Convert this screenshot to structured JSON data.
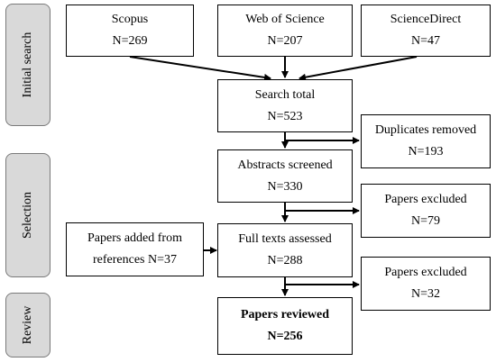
{
  "phases": [
    {
      "label": "Initial search"
    },
    {
      "label": "Selection"
    },
    {
      "label": "Review"
    }
  ],
  "boxes": {
    "scopus": {
      "line1": "Scopus",
      "line2": "N=269"
    },
    "wos": {
      "line1": "Web of Science",
      "line2": "N=207"
    },
    "sciencedirect": {
      "line1": "ScienceDirect",
      "line2": "N=47"
    },
    "search_total": {
      "line1": "Search total",
      "line2": "N=523"
    },
    "duplicates": {
      "line1": "Duplicates removed",
      "line2": "N=193"
    },
    "abstracts": {
      "line1": "Abstracts screened",
      "line2": "N=330"
    },
    "excluded1": {
      "line1": "Papers excluded",
      "line2": "N=79"
    },
    "added": {
      "line1": "Papers added from",
      "line2": "references N=37"
    },
    "fulltexts": {
      "line1": "Full texts assessed",
      "line2": "N=288"
    },
    "excluded2": {
      "line1": "Papers excluded",
      "line2": "N=32"
    },
    "reviewed": {
      "line1": "Papers reviewed",
      "line2": "N=256"
    }
  }
}
